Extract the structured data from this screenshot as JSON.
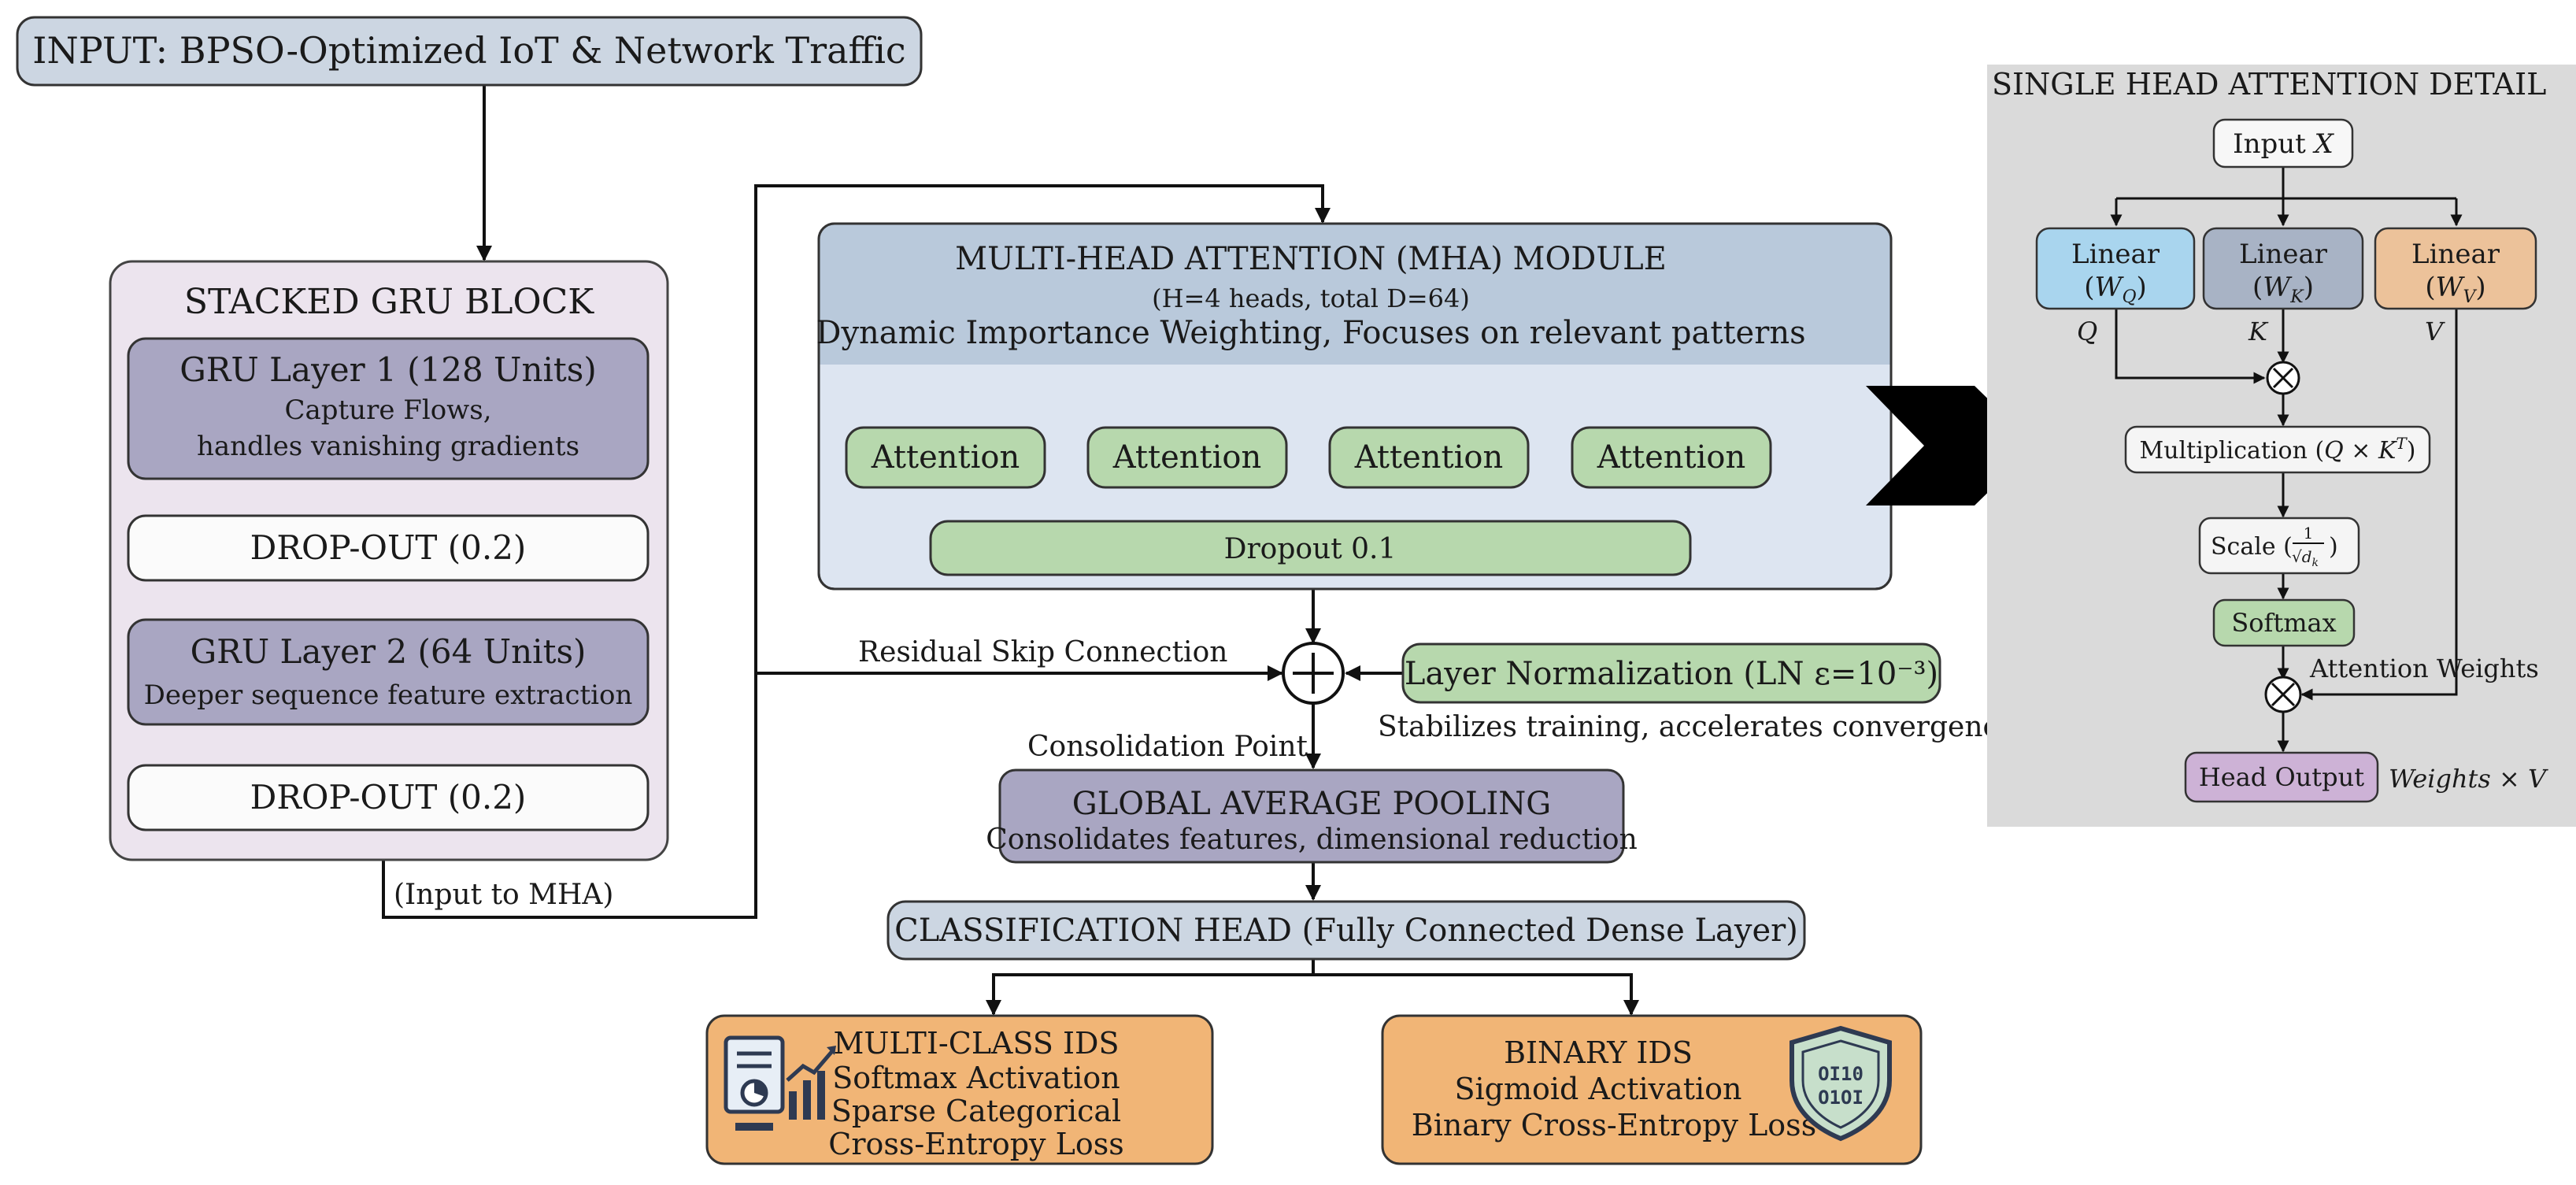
{
  "colors": {
    "gray_blue_fill": "#ccd6e2",
    "lavender_fill": "#ece4ee",
    "gru_layer_fill": "#a9a6c2",
    "mha_top_fill": "#b9c9db",
    "mha_body_fill": "#dde5f1",
    "attention_green": "#b7d8ad",
    "pool_purple": "#a9a6c2",
    "output_orange": "#f1b576",
    "detail_panel_bg": "#dadada",
    "linear_q_blue": "#a9d5ee",
    "linear_k_gray": "#a8b3c5",
    "linear_v_orange": "#ecc29a",
    "head_output_purple": "#cdb2d6"
  },
  "input": {
    "label": "INPUT: BPSO-Optimized IoT & Network Traffic"
  },
  "gru_block": {
    "title": "STACKED GRU BLOCK",
    "layer1": {
      "title": "GRU Layer 1 (128 Units)",
      "line1": "Capture Flows,",
      "line2": "handles vanishing gradients"
    },
    "dropout1": "DROP-OUT (0.2)",
    "layer2": {
      "title": "GRU Layer 2 (64 Units)",
      "line1": "Deeper sequence feature extraction"
    },
    "dropout2": "DROP-OUT (0.2)",
    "to_mha_label": "(Input to MHA)"
  },
  "mha": {
    "title": "MULTI-HEAD ATTENTION (MHA) MODULE",
    "params": "(H=4 heads, total D=64)",
    "desc": "Dynamic Importance Weighting, Focuses on relevant patterns",
    "heads": [
      "Attention",
      "Attention",
      "Attention",
      "Attention"
    ],
    "dropout": "Dropout 0.1"
  },
  "residual": {
    "skip_label": "Residual Skip Connection",
    "layer_norm": "Layer Normalization (LN ε=10⁻³)",
    "layer_norm_note": "Stabilizes training, accelerates convergence",
    "consolidation_label": "Consolidation Point"
  },
  "pooling": {
    "title": "GLOBAL AVERAGE POOLING",
    "desc": "Consolidates features, dimensional reduction"
  },
  "classification": {
    "label": "CLASSIFICATION HEAD (Fully Connected Dense Layer)"
  },
  "outputs": {
    "multi": {
      "line1": "MULTI-CLASS IDS",
      "line2": "Softmax Activation",
      "line3": "Sparse Categorical",
      "line4": "Cross-Entropy Loss",
      "icon": "dashboard-chart-icon"
    },
    "binary": {
      "line1": "BINARY IDS",
      "line2": "Sigmoid Activation",
      "line3": "Binary Cross-Entropy Loss",
      "icon": "binary-shield-icon"
    }
  },
  "detail": {
    "title": "SINGLE HEAD ATTENTION DETAIL",
    "input": {
      "text": "Input ",
      "var": "X"
    },
    "linear_q": {
      "text": "Linear",
      "w": "W",
      "sub": "Q",
      "out": "Q"
    },
    "linear_k": {
      "text": "Linear",
      "w": "W",
      "sub": "K",
      "out": "K"
    },
    "linear_v": {
      "text": "Linear",
      "w": "W",
      "sub": "V",
      "out": "V"
    },
    "multiplication": {
      "text": "Multiplication (",
      "q": "Q",
      "times": " × ",
      "k": "K",
      "sup": "T",
      "close": ")"
    },
    "scale": {
      "text": "Scale (",
      "num": "1",
      "den": "√d",
      "den_sub": "k",
      "close": ")"
    },
    "softmax": "Softmax",
    "attention_weights": "Attention Weights",
    "head_output": "Head Output",
    "weights_times_v": "Weights × V"
  },
  "icons": {
    "chevron": "chevron-right-icon",
    "plus": "add-circle-icon",
    "times": "multiply-circle-icon"
  }
}
